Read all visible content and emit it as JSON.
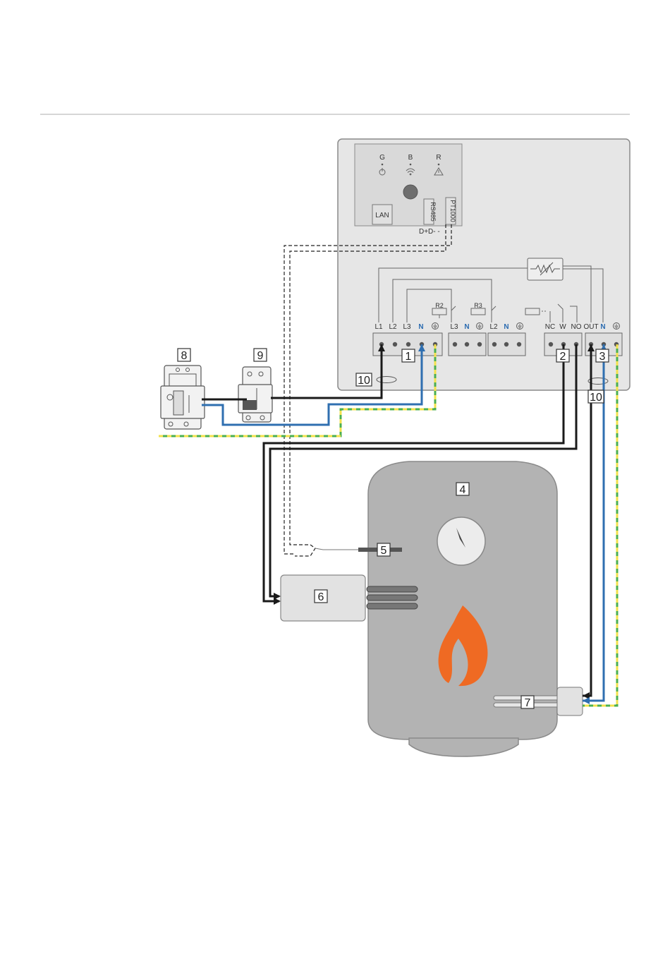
{
  "controller": {
    "leds": [
      {
        "label": "G",
        "icon": "power-icon"
      },
      {
        "label": "B",
        "icon": "wifi-icon"
      },
      {
        "label": "R",
        "icon": "warning-icon"
      }
    ],
    "lan_label": "LAN",
    "rs485_label": "RS485",
    "pt1000_label": "PT1000",
    "bus_label": "D+D- -",
    "relay_labels": [
      "R2",
      "R3"
    ],
    "terminals_main": [
      "L1",
      "L2",
      "L3",
      "N"
    ],
    "terminals_mid1": [
      "L3",
      "N"
    ],
    "terminals_mid2": [
      "L2",
      "N"
    ],
    "terminals_right1": [
      "NC",
      "W",
      "NO"
    ],
    "terminals_right2": [
      "OUT",
      "N"
    ]
  },
  "callouts": {
    "n1": "1",
    "n2": "2",
    "n3": "3",
    "n4": "4",
    "n5": "5",
    "n6": "6",
    "n7": "7",
    "n8": "8",
    "n9": "9",
    "n10a": "10",
    "n10b": "10"
  },
  "colors": {
    "line_black": "#1a1a1a",
    "line_blue": "#2f6fb0",
    "line_earth_green": "#4caf50",
    "line_earth_yellow": "#f2e14c",
    "housing": "#e6e6e6",
    "tank": "#b3b3b3",
    "flame": "#ef6a23"
  }
}
